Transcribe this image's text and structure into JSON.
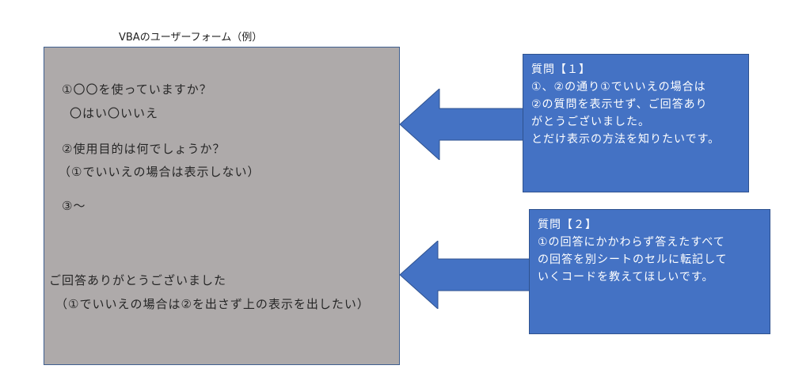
{
  "form": {
    "title": "VBAのユーザーフォーム（例）",
    "q1": "①〇〇を使っていますか？",
    "q1_options": "〇はい〇いいえ",
    "q2": "②使用目的は何でしょうか？",
    "q2_note": "（①でいいえの場合は表示しない）",
    "q3": "③～",
    "thanks": "ご回答ありがとうございました",
    "thanks_note": "（①でいいえの場合は②を出さず上の表示を出したい）"
  },
  "question1": {
    "title": "質問【１】",
    "lines": [
      "①、②の通り①でいいえの場合は",
      "②の質問を表示せず、ご回答あり",
      "がとうございました。",
      "とだけ表示の方法を知りたいです。"
    ]
  },
  "question2": {
    "title": "質問【２】",
    "lines": [
      "①の回答にかかわらず答えたすべて",
      "の回答を別シートのセルに転記して",
      "いくコードを教えてほしいです。"
    ]
  },
  "colors": {
    "form_fill": "#aeaaaa",
    "callout_fill": "#4472c4",
    "callout_text": "#ffffff"
  }
}
